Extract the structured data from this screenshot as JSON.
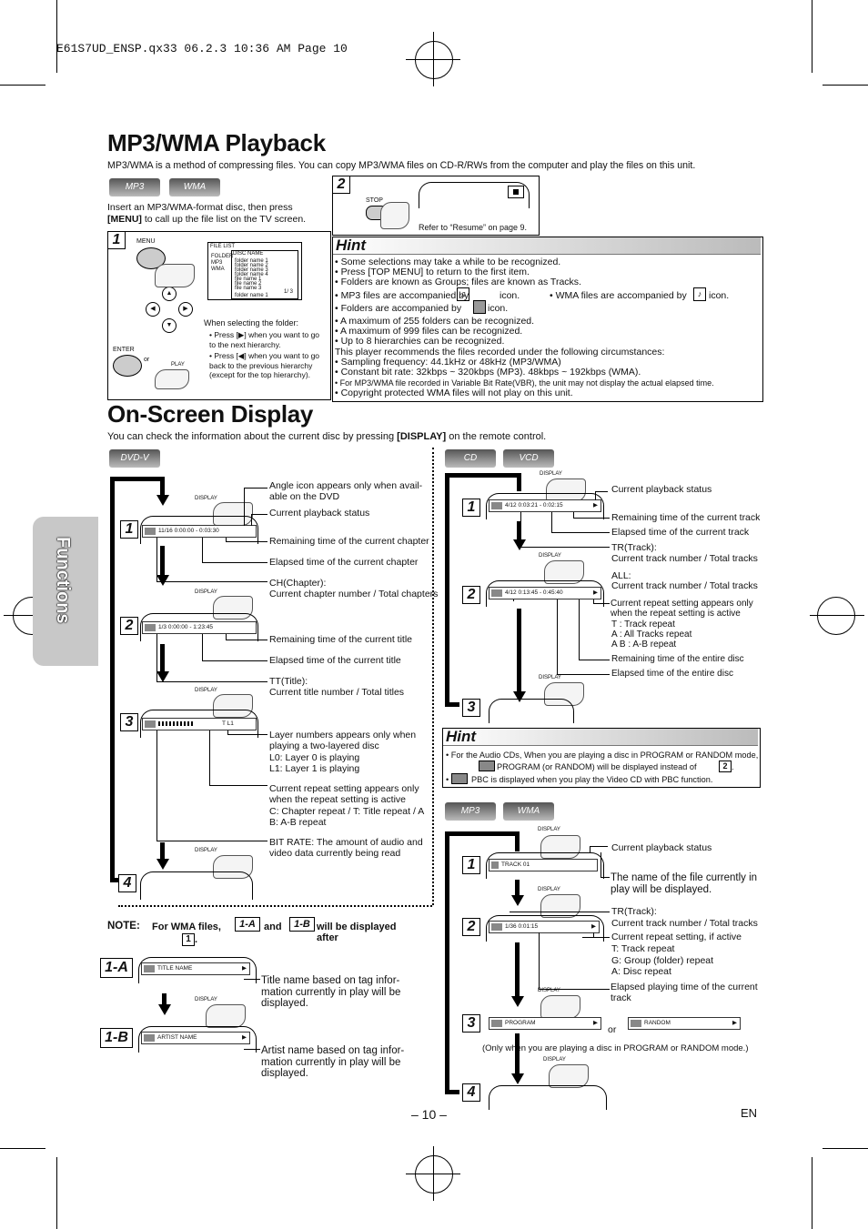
{
  "header_line": "E61S7UD_ENSP.qx33   06.2.3   10:36 AM   Page 10",
  "side_tab": "Functions",
  "mp3wma": {
    "title": "MP3/WMA Playback",
    "intro": "MP3/WMA is a method of compressing files. You can copy MP3/WMA files on CD-R/RWs from the computer and play the files on this unit.",
    "badge_mp3": "MP3",
    "badge_wma": "WMA",
    "insert_text_1": "Insert an MP3/WMA-format disc, then press",
    "insert_text_2_bold": "[MENU]",
    "insert_text_2_rest": " to call up the file list on the TV screen.",
    "step1": "1",
    "step2": "2",
    "menu_label": "MENU",
    "enter_label": "ENTER",
    "or_label": "or",
    "play_label": "PLAY",
    "stop_label": "STOP",
    "resume_ref": "Refer to “Resume” on page 9.",
    "file_list_label": "FILE LIST",
    "disc_name_label": "DISC NAME",
    "folder_items": [
      "folder name 1",
      "folder name 2",
      "folder name 3",
      "folder name 4",
      "file name 1",
      "file name 2",
      "file name 3"
    ],
    "folder_side": [
      "FOLDER",
      "MP3",
      "WMA"
    ],
    "page_indicator": "1/ 3",
    "folder_footer": "folder name 1",
    "folder_note_title": "When selecting the folder:",
    "folder_note_1a": "• Press [",
    "folder_note_1b": "] when you want to go to the next hierarchy.",
    "folder_note_2a": "• Press [",
    "folder_note_2b": "] when you want to go back to the previous hierarchy (except for the top hierarchy).",
    "hint_title": "Hint",
    "hint": [
      "• Some selections may take a while to be recognized.",
      "• Press [TOP MENU] to return to the first item.",
      "• Folders are known as Groups; files are known as Tracks.",
      "• MP3 files are accompanied by",
      "icon.",
      "• WMA files are accompanied by",
      "icon.",
      "• Folders are accompanied by",
      "icon.",
      "• A maximum of 255 folders can be recognized.",
      "• A maximum of 999 files can be recognized.",
      "• Up to 8 hierarchies can be recognized.",
      "This player recommends the files recorded under the following circumstances:",
      "• Sampling frequency: 44.1kHz or 48kHz (MP3/WMA)",
      "• Constant bit rate: 32kbps ~ 320kbps (MP3). 48kbps ~ 192kbps (WMA).",
      "• For MP3/WMA file recorded in Variable Bit Rate(VBR), the unit may not display the actual elapsed time.",
      "• Copyright protected WMA files will not play on this unit."
    ]
  },
  "osd": {
    "title": "On-Screen Display",
    "intro_a": "You can check the information about the current disc by pressing ",
    "intro_b": "[DISPLAY]",
    "intro_c": " on the remote control.",
    "badge_dvd": "DVD-V",
    "badge_cd": "CD",
    "badge_vcd": "VCD",
    "display_label": "DISPLAY",
    "dvd": {
      "s1": "1",
      "s2": "2",
      "s3": "3",
      "s4": "4",
      "osd1": "11/16   0:00:00 - 0:03:30",
      "osd2": "1/3     0:00:00 - 1:23:45",
      "osd3": "T      L1",
      "ann": [
        "Angle icon appears only when avail-able on the DVD",
        "Current playback status",
        "Remaining time of the current chapter",
        "Elapsed time of the current chapter",
        "CH(Chapter):",
        "Current chapter number / Total chapters",
        "Remaining time of the current title",
        "Elapsed time of the current title",
        "TT(Title):",
        "Current title number / Total titles",
        "Layer numbers appears only when playing a two-layered disc",
        "L0: Layer 0 is playing",
        "L1: Layer 1 is playing",
        "Current repeat setting appears only when the repeat setting is active",
        "C: Chapter repeat / T: Title repeat / A B: A-B repeat",
        "BIT RATE: The amount of audio and video data currently being read"
      ]
    },
    "note_label": "NOTE:",
    "note_a": "For WMA files,",
    "note_b": "1-A",
    "note_c": "and",
    "note_d": "1-B",
    "note_e": "will be displayed after",
    "note_f": "1",
    "note_g": ".",
    "s1a": "1-A",
    "s1b": "1-B",
    "title_name": "TITLE NAME",
    "artist_name": "ARTIST NAME",
    "s1a_text": "Title name based on tag infor-mation currently in play will be displayed.",
    "s1b_text": "Artist name based on tag infor-mation currently in play will be displayed.",
    "cd": {
      "s1": "1",
      "s2": "2",
      "s3": "3",
      "osd1": "4/12   0:03:21 - 0:02:15",
      "osd2": "4/12   0:13:45 - 0:45:40",
      "ann": [
        "Current playback status",
        "Remaining time of the current track",
        "Elapsed time of the current track",
        "TR(Track):",
        "Current track number / Total tracks",
        "ALL:",
        "Current track number / Total tracks",
        "Current repeat setting appears only when the repeat setting is active",
        "T    : Track repeat",
        "A    : All Tracks repeat",
        "A B  : A-B repeat",
        "Remaining time of the entire disc",
        "Elapsed time of the entire disc"
      ]
    },
    "hint2_title": "Hint",
    "hint2": [
      "• For the Audio CDs, When you are playing a disc in PROGRAM or RANDOM mode,",
      "PROGRAM (or RANDOM) will be displayed instead of",
      "2",
      ".",
      "PBC is displayed when you play the Video CD with PBC function."
    ],
    "mp3": {
      "s1": "1",
      "s2": "2",
      "s3": "3",
      "s4": "4",
      "osd1": "TRACK 01",
      "osd2": "1/36     0:01:15",
      "program": "PROGRAM",
      "random": "RANDOM",
      "or": "or",
      "only_when": "(Only when you are playing a disc in PROGRAM or RANDOM mode.)",
      "ann": [
        "Current playback status",
        "The name of the file currently in play will be displayed.",
        "TR(Track):",
        "Current track number / Total tracks",
        "Current repeat setting, if active",
        "T: Track repeat",
        "G: Group (folder) repeat",
        "A: Disc repeat",
        "Elapsed playing time of the current track"
      ]
    }
  },
  "page_number": "– 10 –",
  "lang": "EN"
}
